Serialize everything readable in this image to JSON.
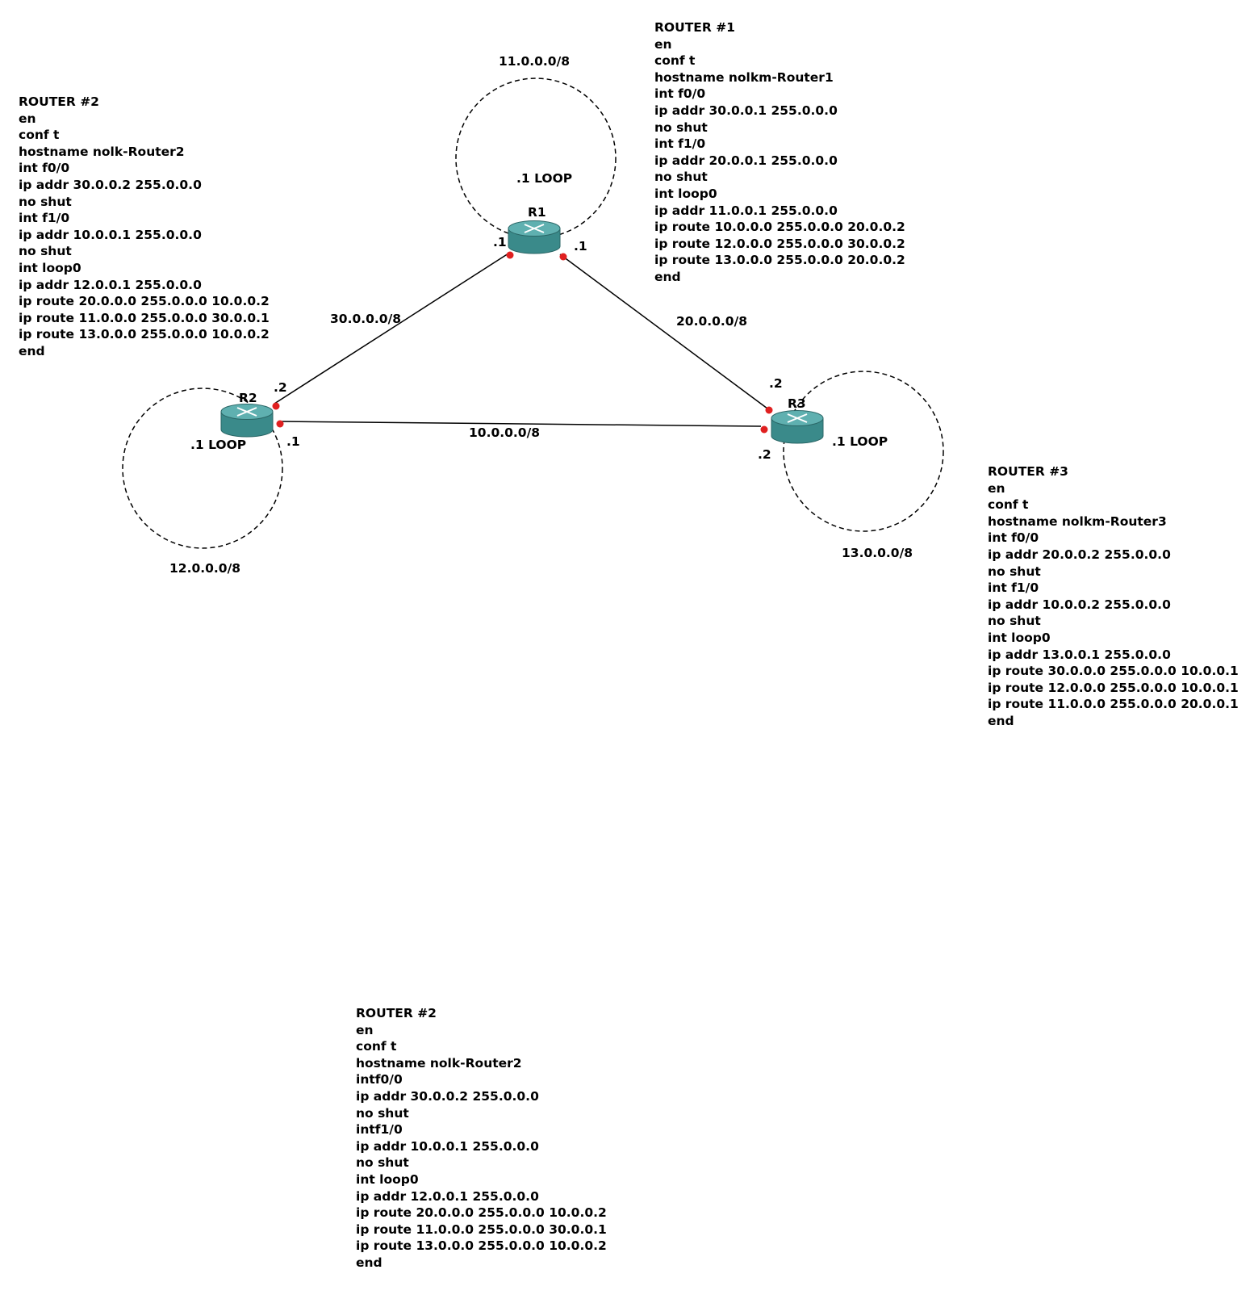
{
  "configs": {
    "router1": [
      "ROUTER #1",
      "en",
      "conf t",
      "hostname nolkm-Router1",
      "int f0/0",
      "ip addr 30.0.0.1 255.0.0.0",
      "no shut",
      "int f1/0",
      "ip addr 20.0.0.1 255.0.0.0",
      "no shut",
      "int loop0",
      "ip addr 11.0.0.1 255.0.0.0",
      "ip route 10.0.0.0 255.0.0.0 20.0.0.2",
      "ip route 12.0.0.0 255.0.0.0 30.0.0.2",
      "ip route 13.0.0.0 255.0.0.0 20.0.0.2",
      "end"
    ],
    "router2": [
      "ROUTER #2",
      "en",
      "conf t",
      "hostname nolk-Router2",
      "int f0/0",
      "ip addr 30.0.0.2 255.0.0.0",
      "no shut",
      "int f1/0",
      "ip addr 10.0.0.1 255.0.0.0",
      "no shut",
      "int loop0",
      "ip addr 12.0.0.1 255.0.0.0",
      "ip route 20.0.0.0 255.0.0.0 10.0.0.2",
      "ip route 11.0.0.0 255.0.0.0 30.0.0.1",
      "ip route 13.0.0.0 255.0.0.0 10.0.0.2",
      "end"
    ],
    "router3": [
      "ROUTER #3",
      "en",
      "conf t",
      "hostname nolkm-Router3",
      "int f0/0",
      "ip addr 20.0.0.2 255.0.0.0",
      "no shut",
      "int f1/0",
      "ip addr 10.0.0.2 255.0.0.0",
      "no shut",
      "int loop0",
      "ip addr 13.0.0.1 255.0.0.0",
      "ip route 30.0.0.0 255.0.0.0 10.0.0.1",
      "ip route 12.0.0.0 255.0.0.0 10.0.0.1",
      "ip route 11.0.0.0 255.0.0.0 20.0.0.1",
      "end"
    ],
    "router2_bottom": [
      "ROUTER #2",
      "en",
      "conf t",
      "hostname nolk-Router2",
      "intf0/0",
      "ip addr 30.0.0.2 255.0.0.0",
      "no shut",
      "intf1/0",
      "ip addr 10.0.0.1 255.0.0.0",
      "no shut",
      "int loop0",
      "ip addr 12.0.0.1 255.0.0.0",
      "ip route 20.0.0.0 255.0.0.0 10.0.0.2",
      "ip route 11.0.0.0 255.0.0.0 30.0.0.1",
      "ip route 13.0.0.0 255.0.0.0 10.0.0.2",
      "end"
    ]
  },
  "routers": {
    "r1": {
      "name": "R1"
    },
    "r2": {
      "name": "R2"
    },
    "r3": {
      "name": "R3"
    }
  },
  "networks": {
    "r1_r2": "30.0.0.0/8",
    "r1_r3": "20.0.0.0/8",
    "r2_r3": "10.0.0.0/8",
    "loop_r1": "11.0.0.0/8",
    "loop_r2": "12.0.0.0/8",
    "loop_r3": "13.0.0.0/8"
  },
  "interfaces": {
    "r1_left": ".1",
    "r1_right": ".1",
    "r2_top": ".2",
    "r2_right": ".1",
    "r3_top": ".2",
    "r3_bottom": ".2"
  },
  "loop_labels": {
    "r1": ".1 LOOP",
    "r2": ".1 LOOP",
    "r3": ".1 LOOP"
  },
  "colors": {
    "router_body": "#3a8a8a",
    "router_top": "#5fb0b0",
    "port_dot": "#e02020",
    "link": "#000000"
  }
}
